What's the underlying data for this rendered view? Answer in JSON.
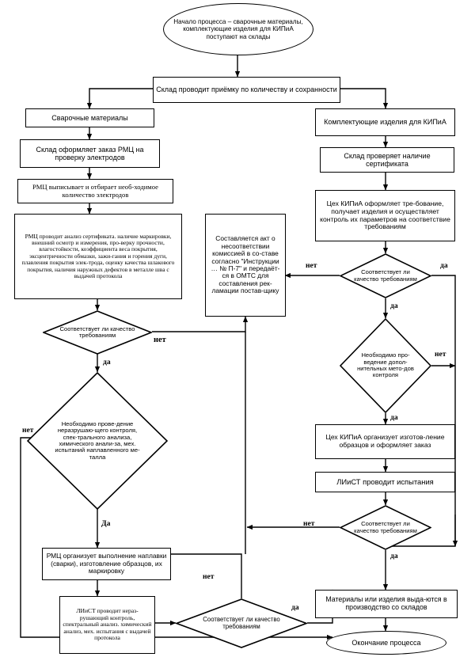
{
  "diagram": {
    "title": "Блок-схема процесса приёмки сварочных материалов и комплектующих изделий для КИПиА",
    "type": "flowchart",
    "colors": {
      "stroke": "#000000",
      "fill": "#ffffff",
      "text": "#000000"
    },
    "nodes": {
      "start": {
        "shape": "ellipse",
        "text": "Начало процесса – сварочные материалы, комплектующие изделия для КИПиА  поступают на склады"
      },
      "warehouse_accept": {
        "shape": "rect",
        "text": "Склад проводит приёмку по количеству и сохранности"
      },
      "welding_materials": {
        "shape": "rect",
        "text": "Сварочные материалы"
      },
      "warehouse_order_rmc": {
        "shape": "rect",
        "text": "Склад оформляет заказ РМЦ на проверку электродов"
      },
      "rmc_selects": {
        "shape": "rect",
        "text": "РМЦ выписывает и отбирает необ-ходимое количество электродов"
      },
      "rmc_analysis": {
        "shape": "rect",
        "text": "РМЦ проводит анализ сертификата. наличие маркировки, внешний осмотр и измерения, про-верку прочности, влагостойкости, коэффициента веса покрытия, эксцентричности обмазки, зажи-гания и горения дуги, плавления покрытия элек-трода, оценку качества шлакового покрытия, наличия наружных дефектов в металле шва с выдачей протокола"
      },
      "nonconformity_act": {
        "shape": "rect",
        "text": "Составляется акт о несоответствии комиссией в со-ставе согласно \"Инструкции … № П-7\" и передаёт-ся в ОМТС для составления рек-ламации постав-щику"
      },
      "kipia_products": {
        "shape": "rect",
        "text": "Комплектующие изделия для КИПиА"
      },
      "warehouse_check_cert": {
        "shape": "rect",
        "text": "Склад проверяет наличие сертификата"
      },
      "kipia_shop_request": {
        "shape": "rect",
        "text": "Цех КИПиА оформляет тре-бование, получает изделия и осуществляет контроль их параметров на соответствие требованиям"
      },
      "decision_quality_right": {
        "shape": "diamond",
        "text": "Соответствует ли качество требованиям"
      },
      "decision_extra_methods": {
        "shape": "diamond",
        "text": "Необходимо про-ведение допол-нительных мето-дов контроля"
      },
      "kipia_samples": {
        "shape": "rect",
        "text": "Цех КИПиА организует изготов-ление образцов и оформляет заказ"
      },
      "list_tests": {
        "shape": "rect",
        "text": "ЛИиСТ проводит испытания"
      },
      "decision_quality_right2": {
        "shape": "diamond",
        "text": "Соответствует ли качество требованиям"
      },
      "materials_issued": {
        "shape": "rect",
        "text": "Материалы или изделия выда-ются в производство со складов"
      },
      "end": {
        "shape": "ellipse",
        "text": "Окончание процесса"
      },
      "decision_quality_left": {
        "shape": "diamond",
        "text": "Соответствует ли качество требованиям"
      },
      "decision_ndt_left": {
        "shape": "diamond",
        "text": "Необходимо прове-дение неразрушаю-щего контроля, спек-трального анализа, химического анали-за, мех. испытаний наплавленного ме-талла"
      },
      "rmc_welding": {
        "shape": "rect",
        "text": "РМЦ организует выполнение наплавки (сварки), изготовление образцов, их маркировку"
      },
      "list_ndt": {
        "shape": "rect",
        "text": "ЛИиСТ проводит нераз-рушающий контроль, спектральный анализ. химический анализ, мех. испытания с выдачей протокола"
      },
      "decision_quality_bottom": {
        "shape": "diamond",
        "text": "Соответствует ли качество требованиям"
      }
    },
    "edge_labels": {
      "right1_no": "нет",
      "right1_yes_side": "да",
      "right1_yes_down": "да",
      "extra_no": "нет",
      "extra_yes": "да",
      "right2_no": "нет",
      "right2_yes": "да",
      "left1_no": "нет",
      "left1_yes": "да",
      "ndt_no": "нет",
      "ndt_yes": "Да",
      "bottom_no": "нет",
      "bottom_yes": "да"
    }
  }
}
